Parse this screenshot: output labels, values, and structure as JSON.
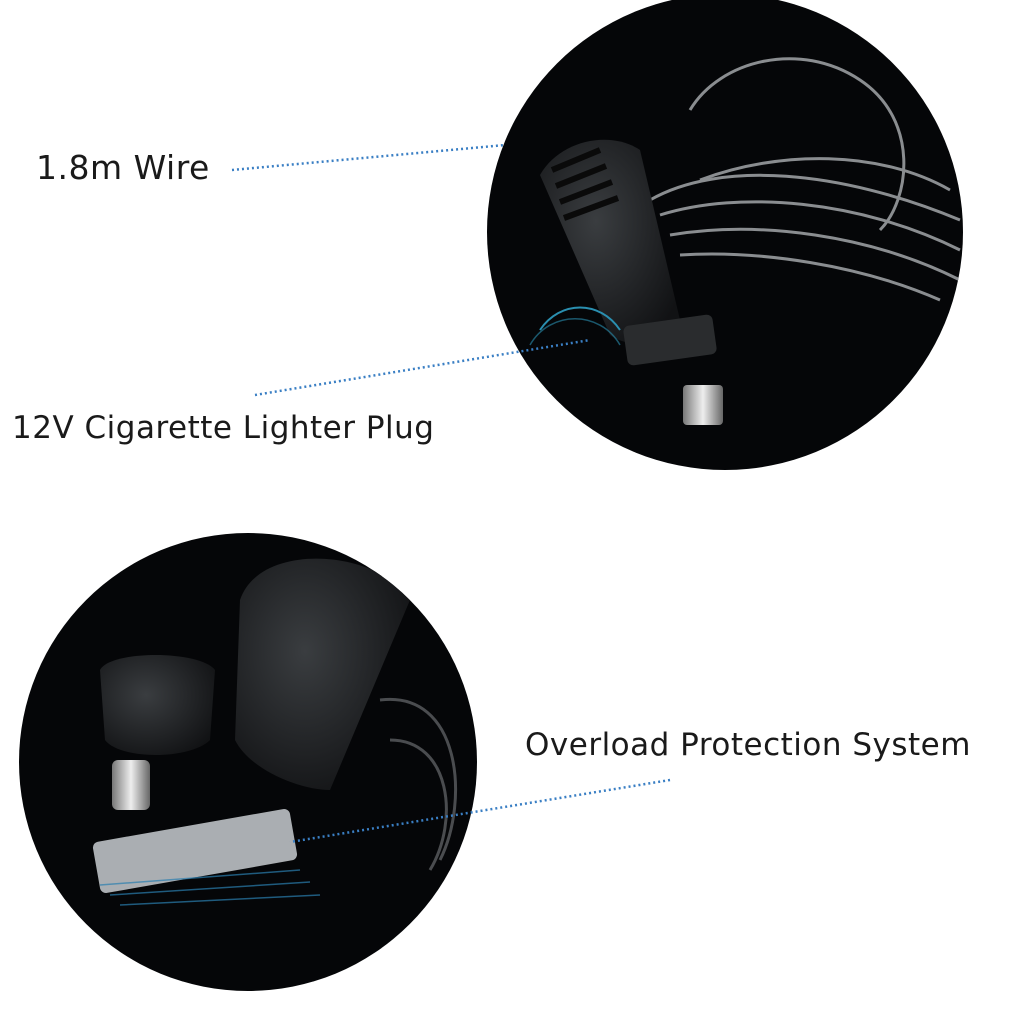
{
  "labels": {
    "wire": "1.8m Wire",
    "plug": "12V Cigarette Lighter Plug",
    "fuse": "Overload Protection System"
  },
  "colors": {
    "background": "#ffffff",
    "photo_bg": "#050608",
    "callout_line": "#3a7fc4",
    "text": "#1a1a1a"
  }
}
